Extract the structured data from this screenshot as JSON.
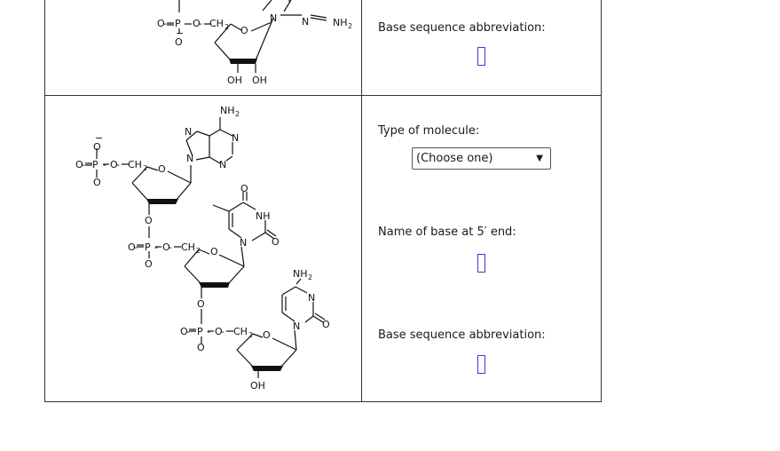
{
  "row1": {
    "right": {
      "label": "Base sequence abbreviation:",
      "answer_value": ""
    }
  },
  "row2": {
    "right": {
      "type_label": "Type of molecule:",
      "type_select": {
        "selected": "(Choose one)",
        "arrow": "▼"
      },
      "base5_label": "Name of base at 5′ end:",
      "base5_value": "",
      "seq_label": "Base sequence abbreviation:",
      "seq_value": ""
    }
  },
  "chem": {
    "O": "O",
    "P": "P",
    "N": "N",
    "NH": "NH",
    "NH2": "NH",
    "sub2": "2",
    "OH": "OH",
    "CH2": "CH",
    "minus": "−",
    "dash": "-"
  }
}
